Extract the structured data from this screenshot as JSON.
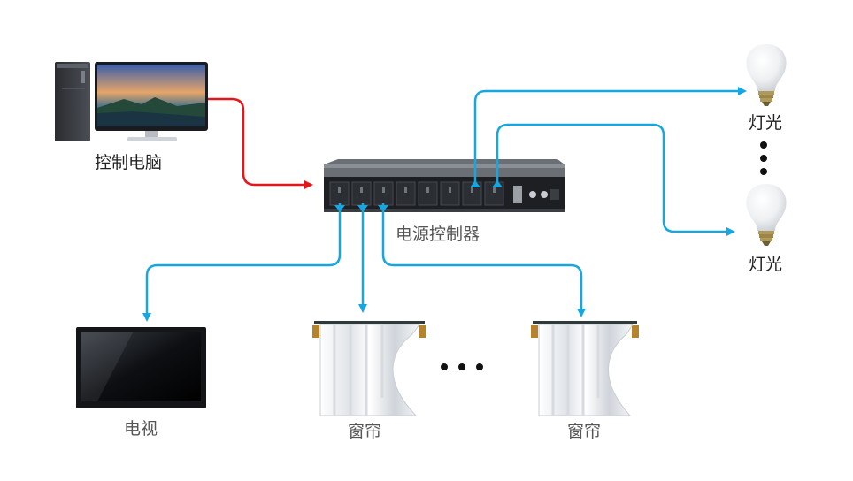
{
  "labels": {
    "pc": "控制电脑",
    "controller": "电源控制器",
    "light_top": "灯光",
    "light_bottom": "灯光",
    "tv": "电视",
    "curtain_left": "窗帘",
    "curtain_right": "窗帘"
  },
  "colors": {
    "red_link": "#e4161b",
    "blue_link": "#16a6e0",
    "device_dark": "#1d1f23",
    "rack_gray": "#5a5e66"
  },
  "icons": {
    "pc": "desktop-computer-icon",
    "controller": "rack-power-controller-icon",
    "light": "light-bulb-icon",
    "tv": "television-icon",
    "curtain": "curtain-icon",
    "ellipsis": "ellipsis-dots-icon"
  }
}
